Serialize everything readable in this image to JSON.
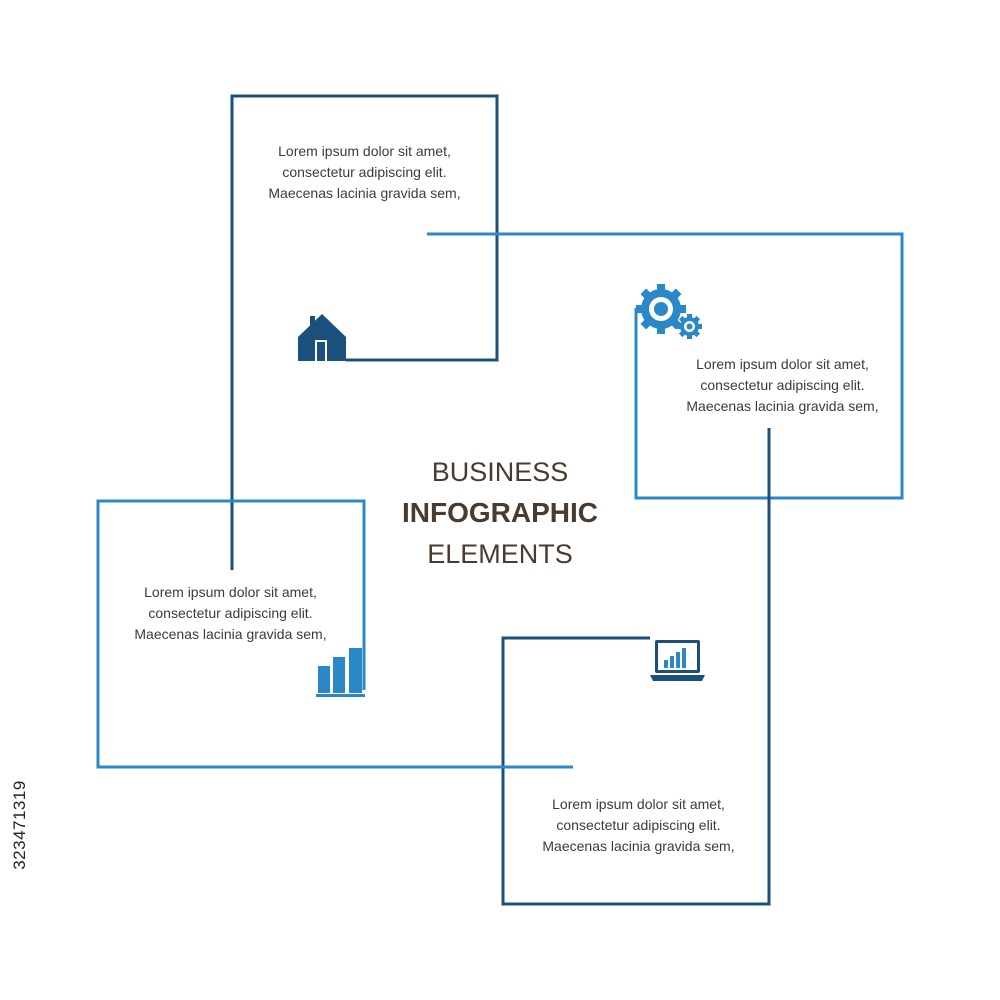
{
  "title": {
    "line1": "BUSINESS",
    "line2": "INFOGRAPHIC",
    "line3": "ELEMENTS"
  },
  "blocks": [
    {
      "id": "top",
      "icon": "house-icon",
      "lines": [
        "Lorem ipsum dolor sit amet,",
        "consectetur adipiscing elit.",
        "Maecenas lacinia gravida sem,"
      ]
    },
    {
      "id": "right",
      "icon": "gears-icon",
      "lines": [
        "Lorem ipsum dolor sit amet,",
        "consectetur adipiscing elit.",
        "Maecenas lacinia gravida sem,"
      ]
    },
    {
      "id": "left",
      "icon": "bar-chart-icon",
      "lines": [
        "Lorem ipsum dolor sit amet,",
        "consectetur adipiscing elit.",
        "Maecenas lacinia gravida sem,"
      ]
    },
    {
      "id": "bottom",
      "icon": "laptop-chart-icon",
      "lines": [
        "Lorem ipsum dolor sit amet,",
        "consectetur adipiscing elit.",
        "Maecenas lacinia gravida sem,"
      ]
    }
  ],
  "stock_id": "323471319",
  "colors": {
    "dark_blue": "#1b4f7c",
    "light_blue": "#2a87c8",
    "title_text": "#4a3b2f",
    "body_text": "#3b3b3b"
  }
}
